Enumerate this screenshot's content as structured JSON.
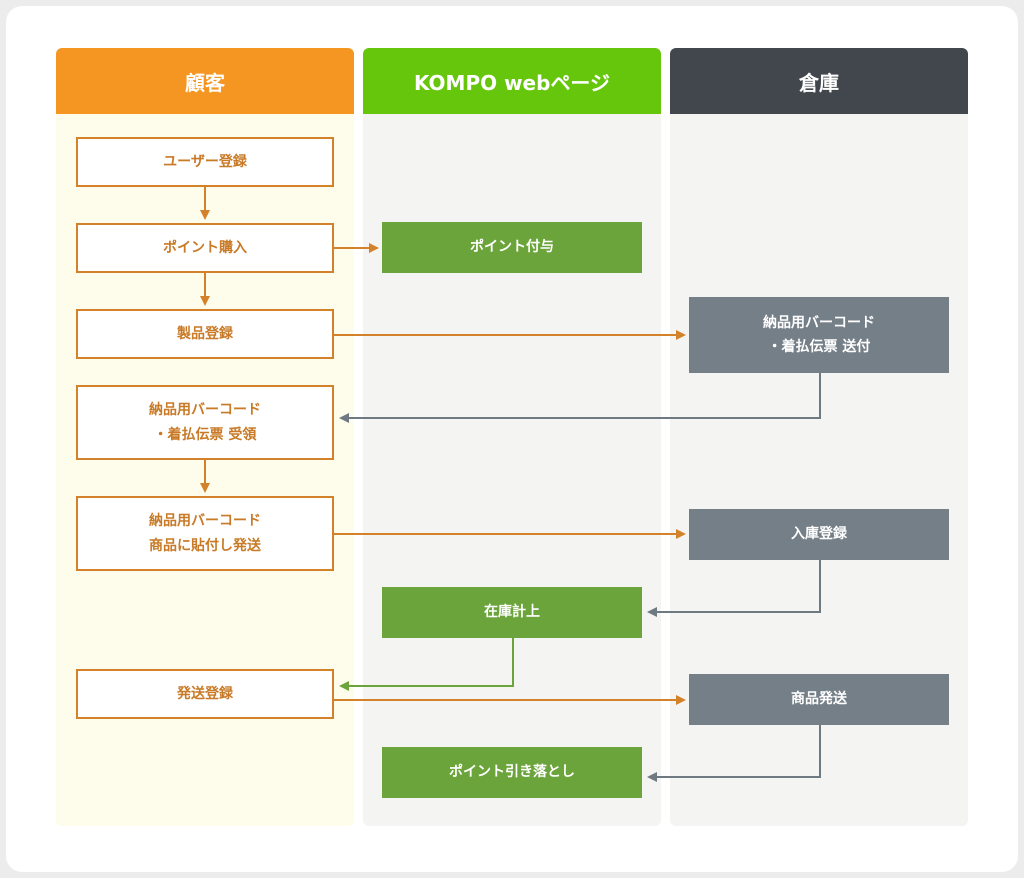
{
  "lanes": {
    "customer": "顧客",
    "web": "KOMPO webページ",
    "warehouse": "倉庫"
  },
  "steps": {
    "customer": [
      "ユーザー登録",
      "ポイント購入",
      "製品登録",
      "納品用バーコード\n・着払伝票 受領",
      "納品用バーコード\n商品に貼付し発送",
      "発送登録"
    ],
    "web": [
      "ポイント付与",
      "在庫計上",
      "ポイント引き落とし"
    ],
    "warehouse": [
      "納品用バーコード\n・着払伝票 送付",
      "入庫登録",
      "商品発送"
    ]
  },
  "colors": {
    "customer_header": "#f59623",
    "web_header": "#66c60c",
    "warehouse_header": "#42464d",
    "customer_arrow": "#d3822a",
    "web_box": "#6ba43a",
    "warehouse_box": "#757f88"
  }
}
